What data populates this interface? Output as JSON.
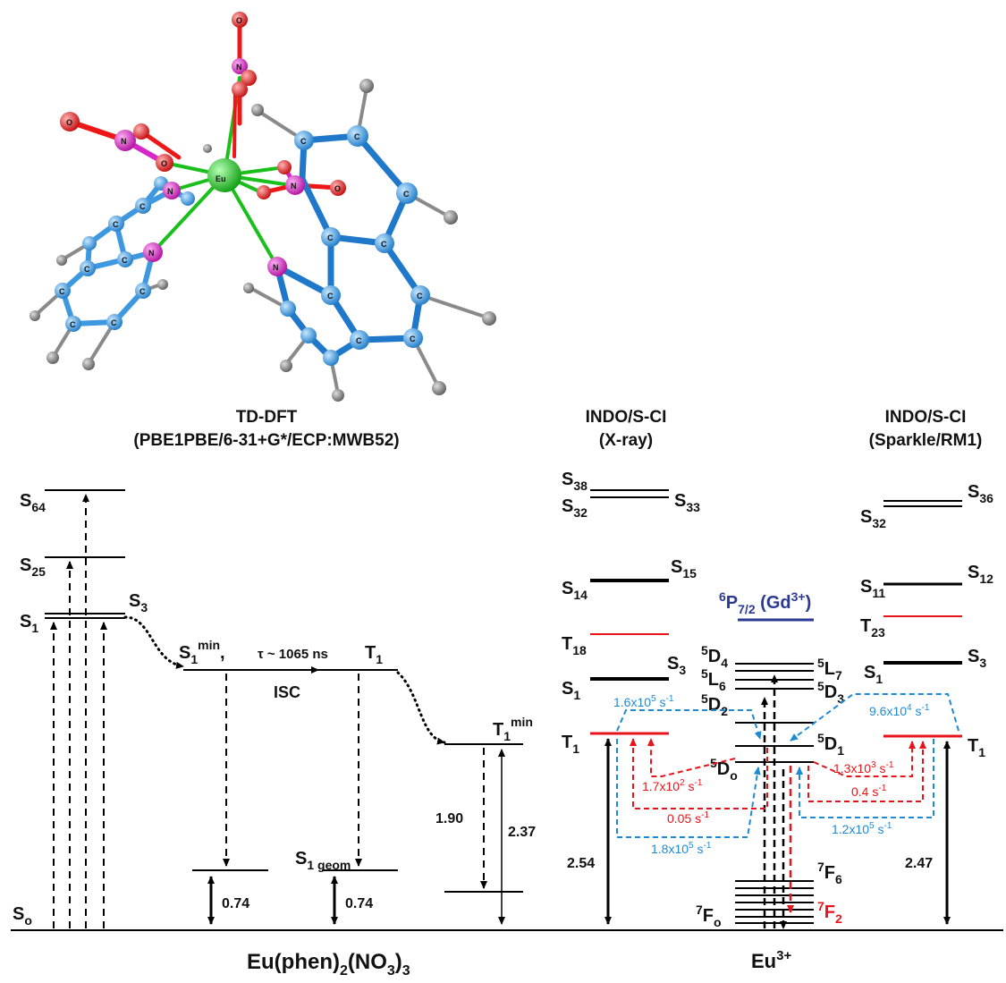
{
  "molecule": {
    "atoms": {
      "eu": "Eu",
      "n": "N",
      "c": "C",
      "o": "O"
    }
  },
  "headers": {
    "tddft_line1": "TD-DFT",
    "tddft_line2": "(PBE1PBE/6-31+G*/ECP:MWB52)",
    "xray_line1": "INDO/S-CI",
    "xray_line2": "(X-ray)",
    "sparkle_line1": "INDO/S-CI",
    "sparkle_line2": "(Sparkle/RM1)"
  },
  "tddft": {
    "s0": {
      "base": "S",
      "sub": "o"
    },
    "s64": {
      "base": "S",
      "sub": "64"
    },
    "s25": {
      "base": "S",
      "sub": "25"
    },
    "s1": {
      "base": "S",
      "sub": "1"
    },
    "s3": {
      "base": "S",
      "sub": "3"
    },
    "s1min": {
      "base": "S",
      "sub": "1",
      "sup": "min"
    },
    "tau": "τ ~ 1065 ns",
    "isc": "ISC",
    "t1": {
      "base": "T",
      "sub": "1"
    },
    "t1min": {
      "base": "T",
      "sub": "1",
      "sup": "min"
    },
    "s1geom": {
      "base": "S",
      "sub": "1 geom"
    },
    "gap_s1": "0.74",
    "gap_t1": "0.74",
    "gap_190": "1.90",
    "gap_237": "2.37"
  },
  "xray": {
    "s38": {
      "base": "S",
      "sub": "38"
    },
    "s33": {
      "base": "S",
      "sub": "33"
    },
    "s32": {
      "base": "S",
      "sub": "32"
    },
    "s14": {
      "base": "S",
      "sub": "14"
    },
    "s15": {
      "base": "S",
      "sub": "15"
    },
    "t18": {
      "base": "T",
      "sub": "18"
    },
    "s1": {
      "base": "S",
      "sub": "1"
    },
    "s3": {
      "base": "S",
      "sub": "3"
    },
    "t1": {
      "base": "T",
      "sub": "1"
    },
    "gap": "2.54"
  },
  "eu": {
    "gd_base": "P",
    "gd_presup": "6",
    "gd_sub": "7/2",
    "gd_suffix": " (Gd",
    "gd_ion_sup": "3+",
    "gd_close": ")",
    "d4": {
      "pre": "5",
      "base": "D",
      "sub": "4"
    },
    "l7": {
      "pre": "5",
      "base": "L",
      "sub": "7"
    },
    "l6": {
      "pre": "5",
      "base": "L",
      "sub": "6"
    },
    "d3": {
      "pre": "5",
      "base": "D",
      "sub": "3"
    },
    "d2": {
      "pre": "5",
      "base": "D",
      "sub": "2"
    },
    "d1": {
      "pre": "5",
      "base": "D",
      "sub": "1"
    },
    "d0": {
      "pre": "5",
      "base": "D",
      "sub": "o"
    },
    "f6": {
      "pre": "7",
      "base": "F",
      "sub": "6"
    },
    "f0": {
      "pre": "7",
      "base": "F",
      "sub": "o"
    },
    "f2": {
      "pre": "7",
      "base": "F",
      "sub": "2"
    }
  },
  "sparkle": {
    "s32": {
      "base": "S",
      "sub": "32"
    },
    "s36": {
      "base": "S",
      "sub": "36"
    },
    "s11": {
      "base": "S",
      "sub": "11"
    },
    "s12": {
      "base": "S",
      "sub": "12"
    },
    "t23": {
      "base": "T",
      "sub": "23"
    },
    "s1": {
      "base": "S",
      "sub": "1"
    },
    "s3": {
      "base": "S",
      "sub": "3"
    },
    "t1": {
      "base": "T",
      "sub": "1"
    },
    "gap": "2.47"
  },
  "rates": {
    "r1": {
      "mant": "1.6x10",
      "exp": "5",
      "unit": " s",
      "unit_exp": "-1"
    },
    "r2": {
      "mant": "1.7x10",
      "exp": "2",
      "unit": " s",
      "unit_exp": "-1"
    },
    "r3": {
      "mant": "0.05 s",
      "exp": "",
      "unit": "",
      "unit_exp": "-1"
    },
    "r4": {
      "mant": "1.8x10",
      "exp": "5",
      "unit": " s",
      "unit_exp": "-1"
    },
    "r5": {
      "mant": "9.6x10",
      "exp": "4",
      "unit": " s",
      "unit_exp": "-1"
    },
    "r6": {
      "mant": "1.3x10",
      "exp": "3",
      "unit": " s",
      "unit_exp": "-1"
    },
    "r7": {
      "mant": "0.4 s",
      "exp": "",
      "unit": "",
      "unit_exp": "-1"
    },
    "r8": {
      "mant": "1.2x10",
      "exp": "5",
      "unit": " s",
      "unit_exp": "-1"
    }
  },
  "bottom": {
    "compound_base": "Eu(phen)",
    "compound_sub1": "2",
    "compound_mid": "(NO",
    "compound_sub2": "3",
    "compound_end": ")",
    "compound_sub3": "3",
    "ion_base": "Eu",
    "ion_sup": "3+"
  },
  "colors": {
    "red": "#e8141b",
    "blue": "#1e8ad6",
    "navy": "#2b3a93",
    "phen": "#3d98e0",
    "eu_atom": "#19c01c",
    "n_atom": "#d628c9",
    "o_atom": "#ee1717",
    "h_atom": "#7c7c7c"
  }
}
